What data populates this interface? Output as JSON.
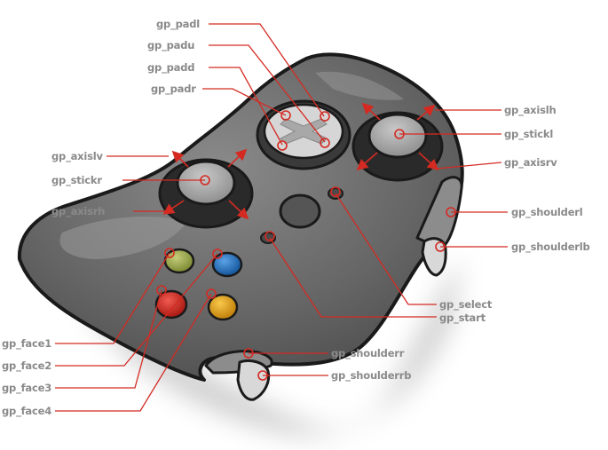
{
  "diagram": {
    "title": "",
    "labels": {
      "padl": "gp_padl",
      "padu": "gp_padu",
      "padd": "gp_padd",
      "padr": "gp_padr",
      "axislv": "gp_axislv",
      "stickr": "gp_stickr",
      "axisrh": "gp_axisrh",
      "axislh": "gp_axislh",
      "stickl": "gp_stickl",
      "axisrv": "gp_axisrv",
      "shoulderl": "gp_shoulderl",
      "shoulderlb": "gp_shoulderlb",
      "select": "gp_select",
      "start": "gp_start",
      "shoulderr": "gp_shoulderr",
      "shoulderrb": "gp_shoulderrb",
      "face1": "gp_face1",
      "face2": "gp_face2",
      "face3": "gp_face3",
      "face4": "gp_face4"
    },
    "colors": {
      "leader_line": "#d42a22",
      "label_text": "#8a8a8a",
      "body": "#6e6e6e",
      "outline": "#1a1a1a",
      "button_green": "#9aa64a",
      "button_blue": "#1e6ec0",
      "button_red": "#d42a22",
      "button_yellow": "#e8a210"
    }
  }
}
